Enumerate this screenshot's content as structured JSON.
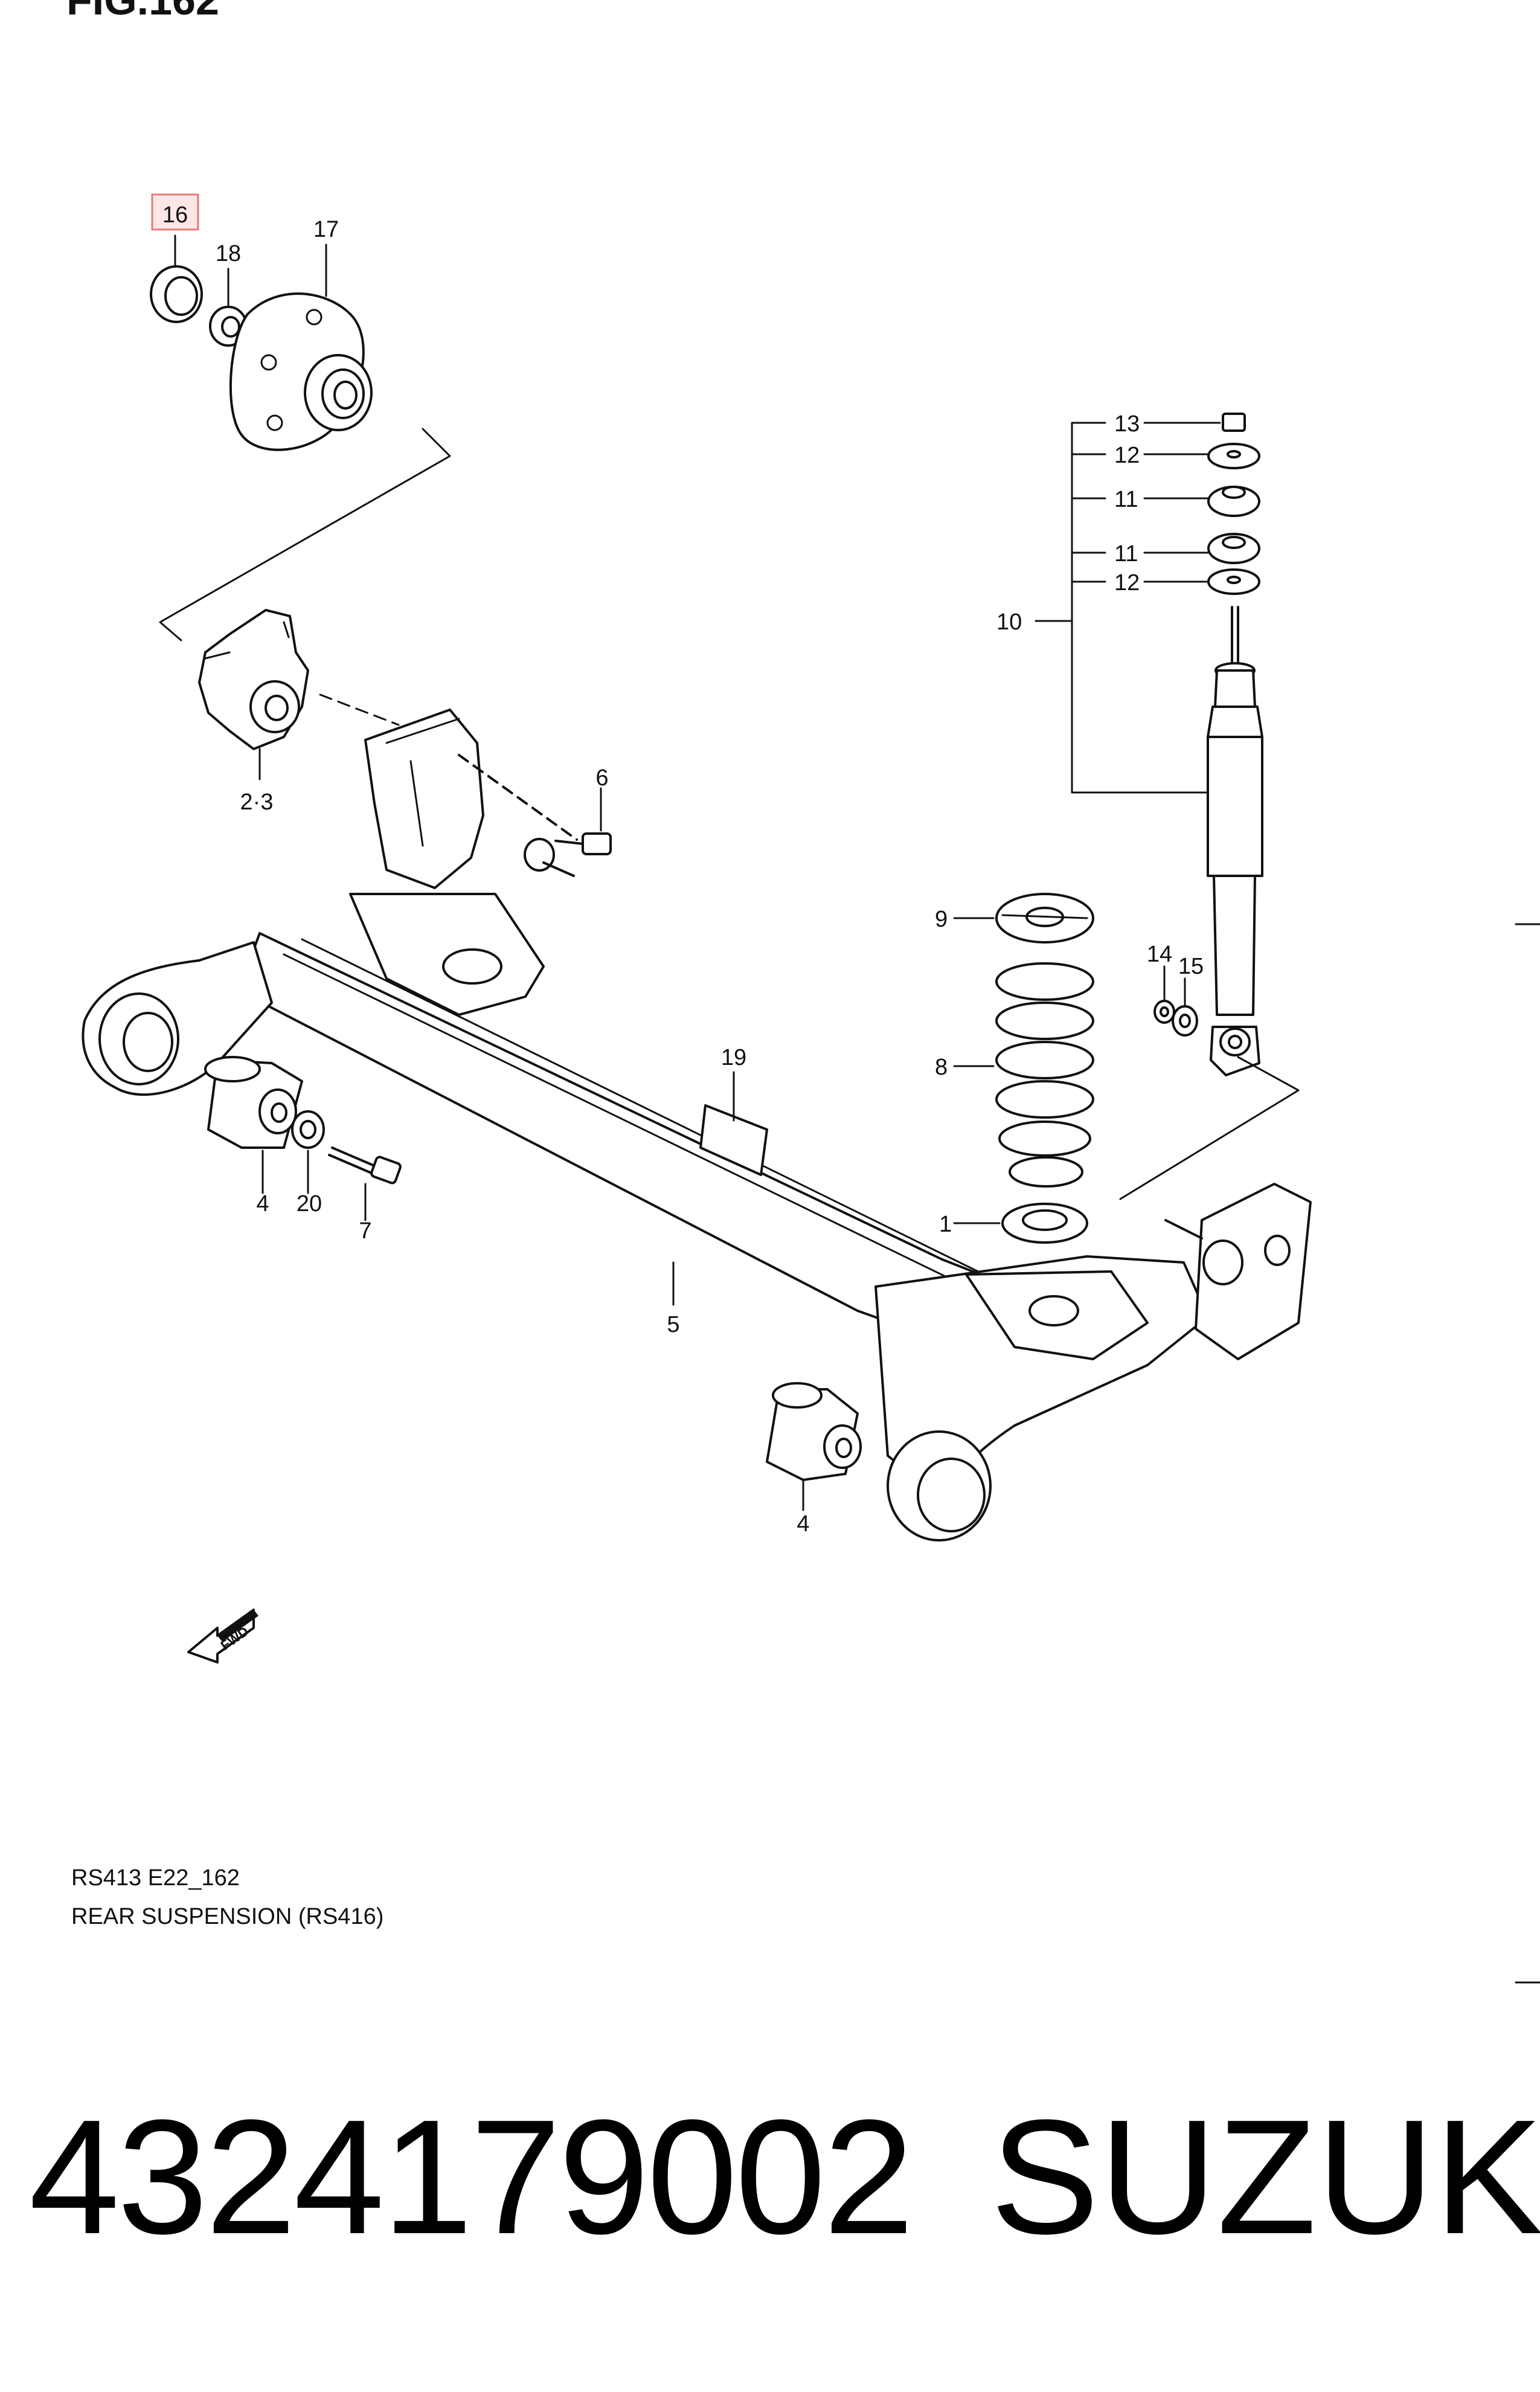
{
  "figure": {
    "title": "FIG.162",
    "code": "RS413 E22_162",
    "name": "REAR SUSPENSION (RS416)"
  },
  "callouts": {
    "c1": "1",
    "c2_3": "2·3",
    "c4a": "4",
    "c4b": "4",
    "c5": "5",
    "c6": "6",
    "c7": "7",
    "c8": "8",
    "c9": "9",
    "c10": "10",
    "c11a": "11",
    "c11b": "11",
    "c12a": "12",
    "c12b": "12",
    "c13": "13",
    "c14": "14",
    "c15": "15",
    "c16": "16",
    "c17": "17",
    "c18": "18",
    "c19": "19",
    "c20": "20"
  },
  "fwd_arrow": {
    "label": "FWD"
  },
  "highlight": {
    "part": "16",
    "color": "#e47a7a"
  },
  "footer": {
    "part_number": "4324179002",
    "brand": "SUZUKI"
  }
}
